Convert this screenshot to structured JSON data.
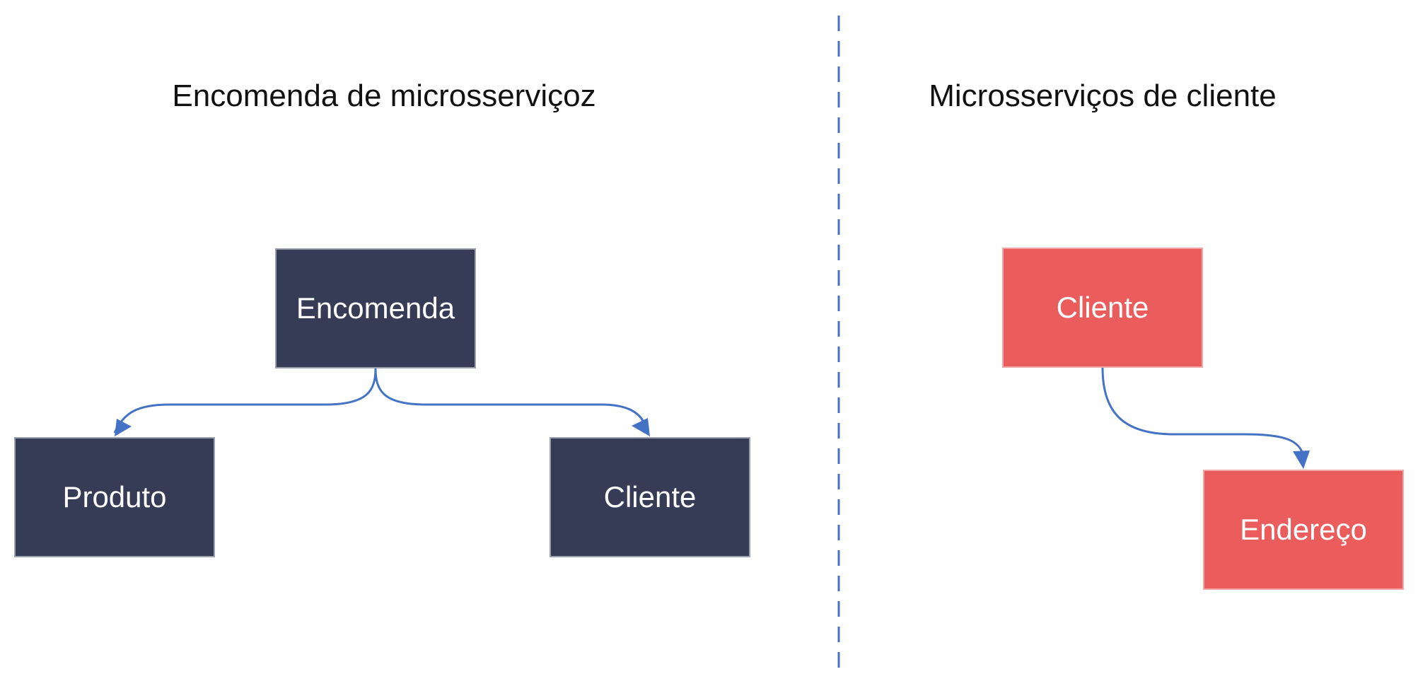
{
  "left_panel": {
    "title": "Encomenda de microsserviçoz",
    "nodes": {
      "encomenda": "Encomenda",
      "produto": "Produto",
      "cliente": "Cliente"
    }
  },
  "right_panel": {
    "title": "Microsserviços de cliente",
    "nodes": {
      "cliente": "Cliente",
      "endereco": "Endereço"
    }
  },
  "colors": {
    "dark_box": "#363c56",
    "red_box": "#ea5d5c",
    "connector": "#4472c4",
    "divider": "#4472c4"
  }
}
